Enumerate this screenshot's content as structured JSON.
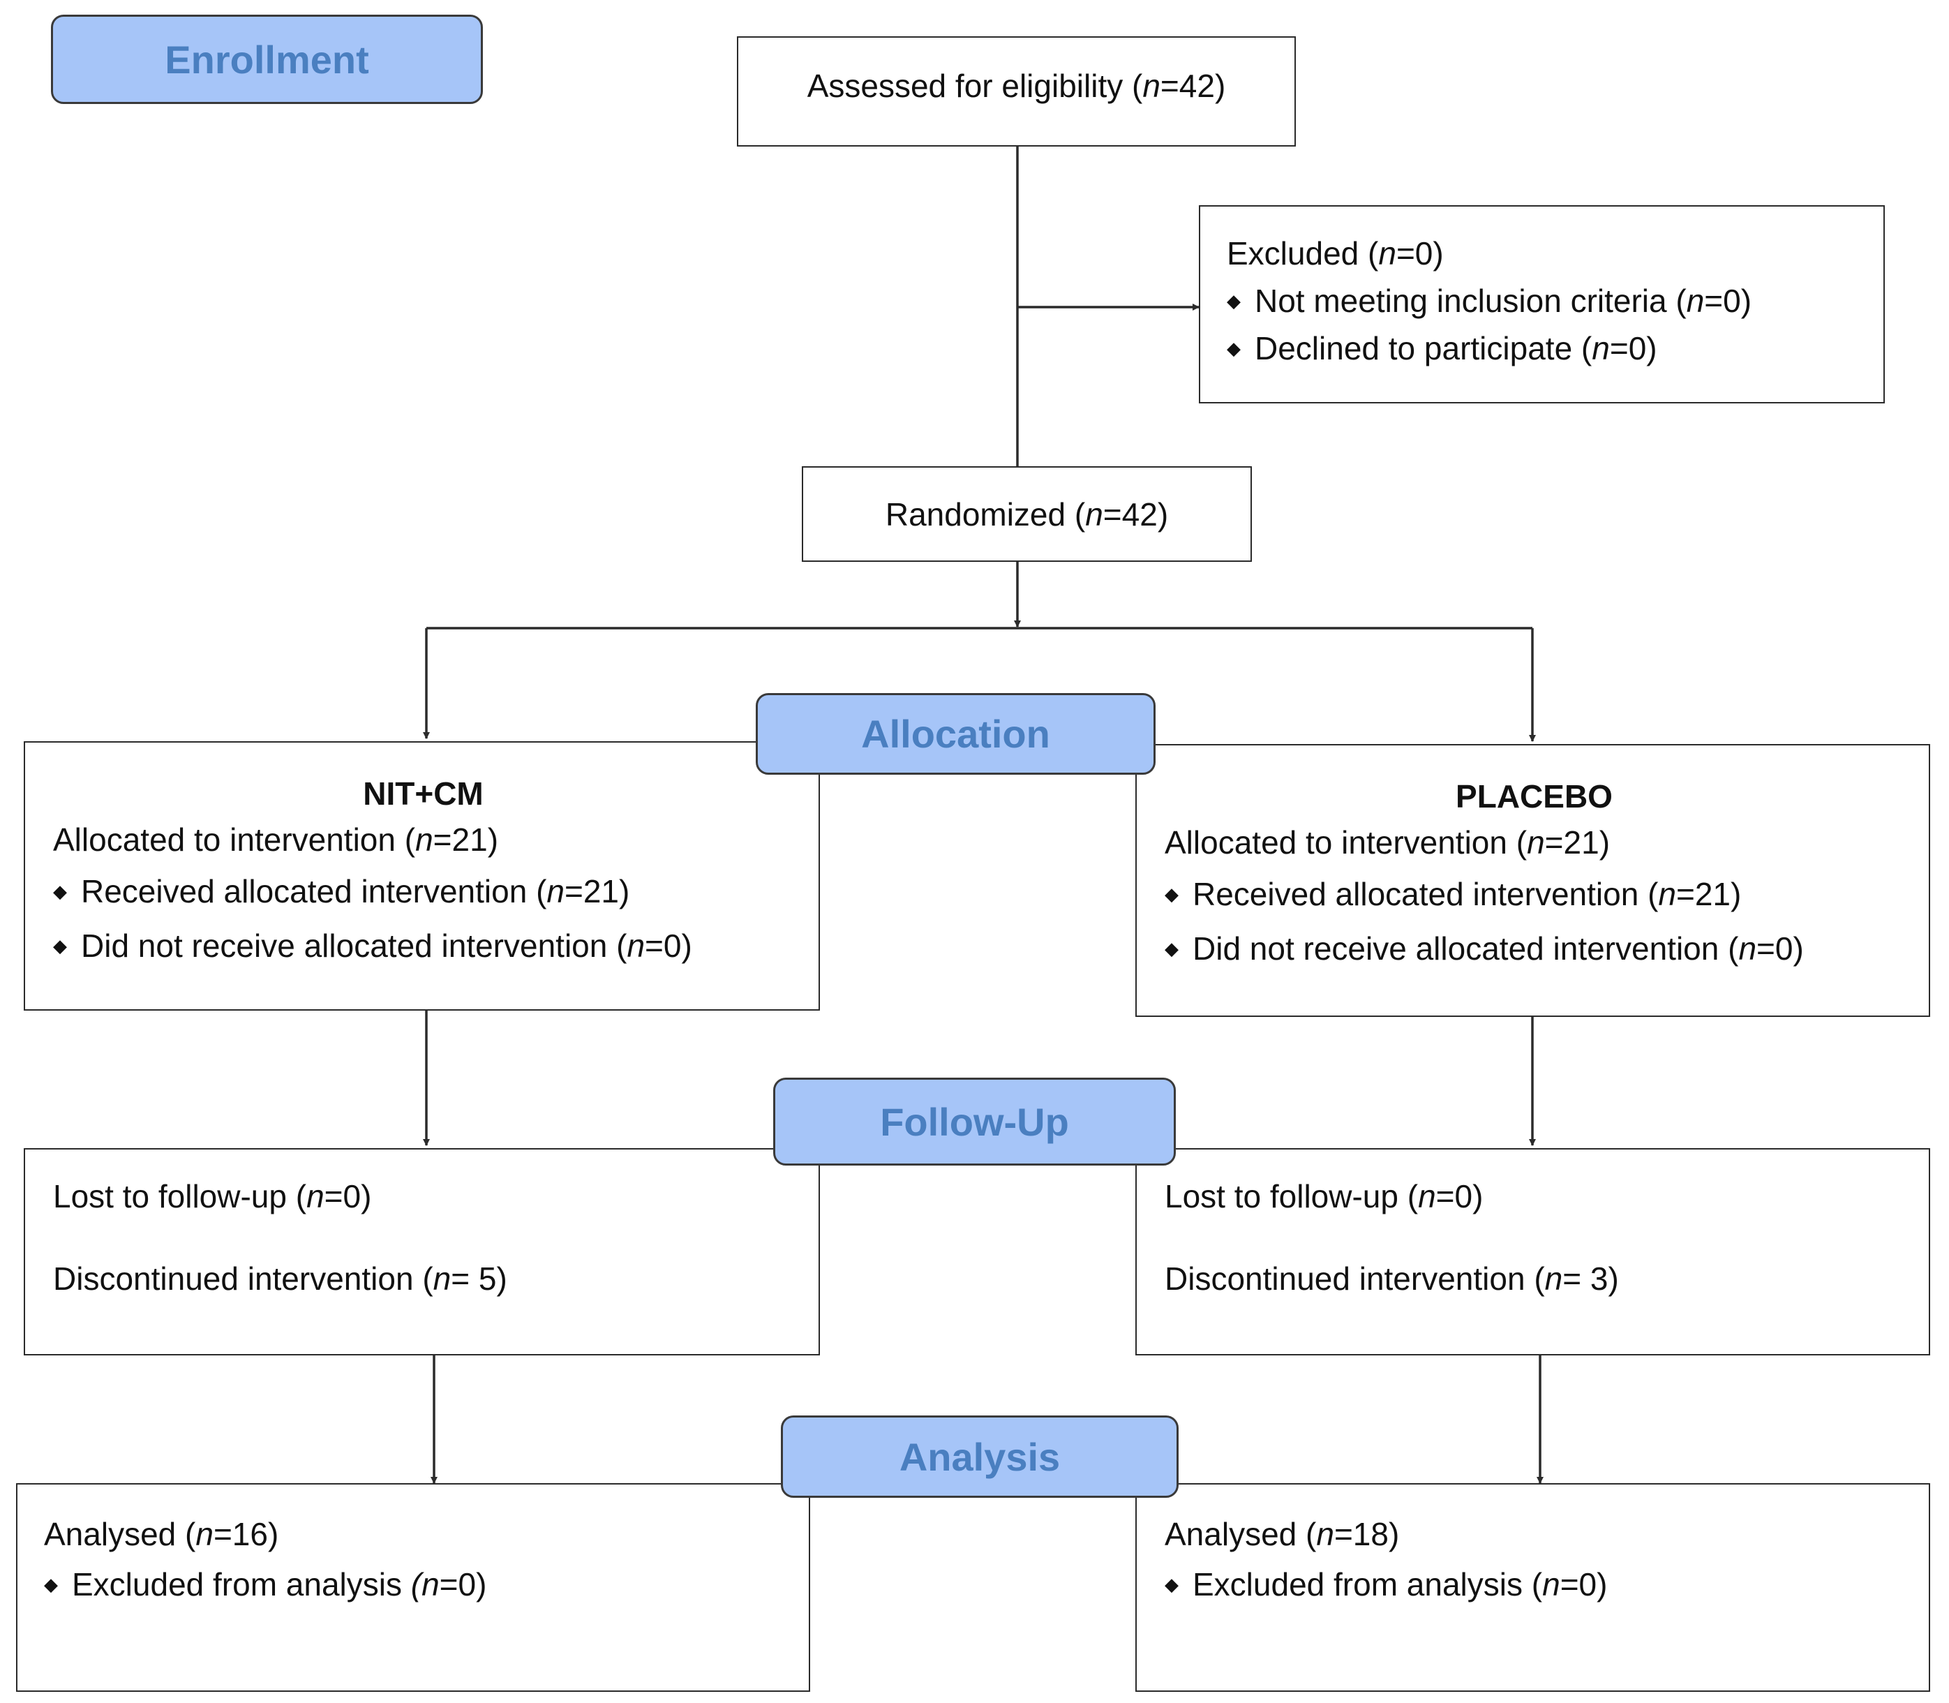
{
  "stages": {
    "enrollment": "Enrollment",
    "allocation": "Allocation",
    "follow_up": "Follow-Up",
    "analysis": "Analysis"
  },
  "assessed": {
    "pre": "Assessed for eligibility (",
    "n": "n",
    "post": "=42)"
  },
  "excluded": {
    "title": {
      "pre": "Excluded (",
      "n": "n",
      "post": "=0)"
    },
    "items": [
      {
        "pre": "Not meeting inclusion criteria (",
        "n": "n",
        "post": "=0)"
      },
      {
        "pre": "Declined to participate (",
        "n": "n",
        "post": "=0)"
      }
    ]
  },
  "randomized": {
    "pre": "Randomized (",
    "n": "n",
    "post": "=42)"
  },
  "arms": [
    {
      "name": "NIT+CM",
      "allocated": {
        "pre": "Allocated to intervention (",
        "n": "n",
        "post": "=21)"
      },
      "received": {
        "pre": "Received allocated intervention (",
        "n": "n",
        "post": "=21)"
      },
      "not_received": {
        "pre": "Did not receive allocated intervention (",
        "n": "n",
        "post": "=0)"
      },
      "lost": {
        "pre": "Lost to follow-up (",
        "n": "n",
        "post": "=0)"
      },
      "discontinued": {
        "pre": "Discontinued intervention (",
        "n": "n",
        "post": "= 5)"
      },
      "analysed": {
        "pre": "Analysed (",
        "n": "n",
        "post": "=16)"
      },
      "excluded_analysis": {
        "pre": "Excluded from analysis ",
        "n": "(n",
        "post": "=0)"
      }
    },
    {
      "name": "PLACEBO",
      "allocated": {
        "pre": "Allocated to intervention (",
        "n": "n",
        "post": "=21)"
      },
      "received": {
        "pre": "Received allocated intervention (",
        "n": "n",
        "post": "=21)"
      },
      "not_received": {
        "pre": "Did not receive allocated intervention (",
        "n": "n",
        "post": "=0)"
      },
      "lost": {
        "pre": "Lost to follow-up (",
        "n": "n",
        "post": "=0)"
      },
      "discontinued": {
        "pre": "Discontinued intervention (",
        "n": "n",
        "post": "= 3)"
      },
      "analysed": {
        "pre": "Analysed (",
        "n": "n",
        "post": "=18)"
      },
      "excluded_analysis": {
        "pre": "Excluded from analysis (",
        "n": "n",
        "post": "=0)"
      }
    }
  ],
  "colors": {
    "stage_fill": "#a6c5f8",
    "stage_text": "#4a7fc0",
    "line": "#2b2b2b"
  },
  "icons": {
    "bullet": "diamond-bullet-icon"
  }
}
